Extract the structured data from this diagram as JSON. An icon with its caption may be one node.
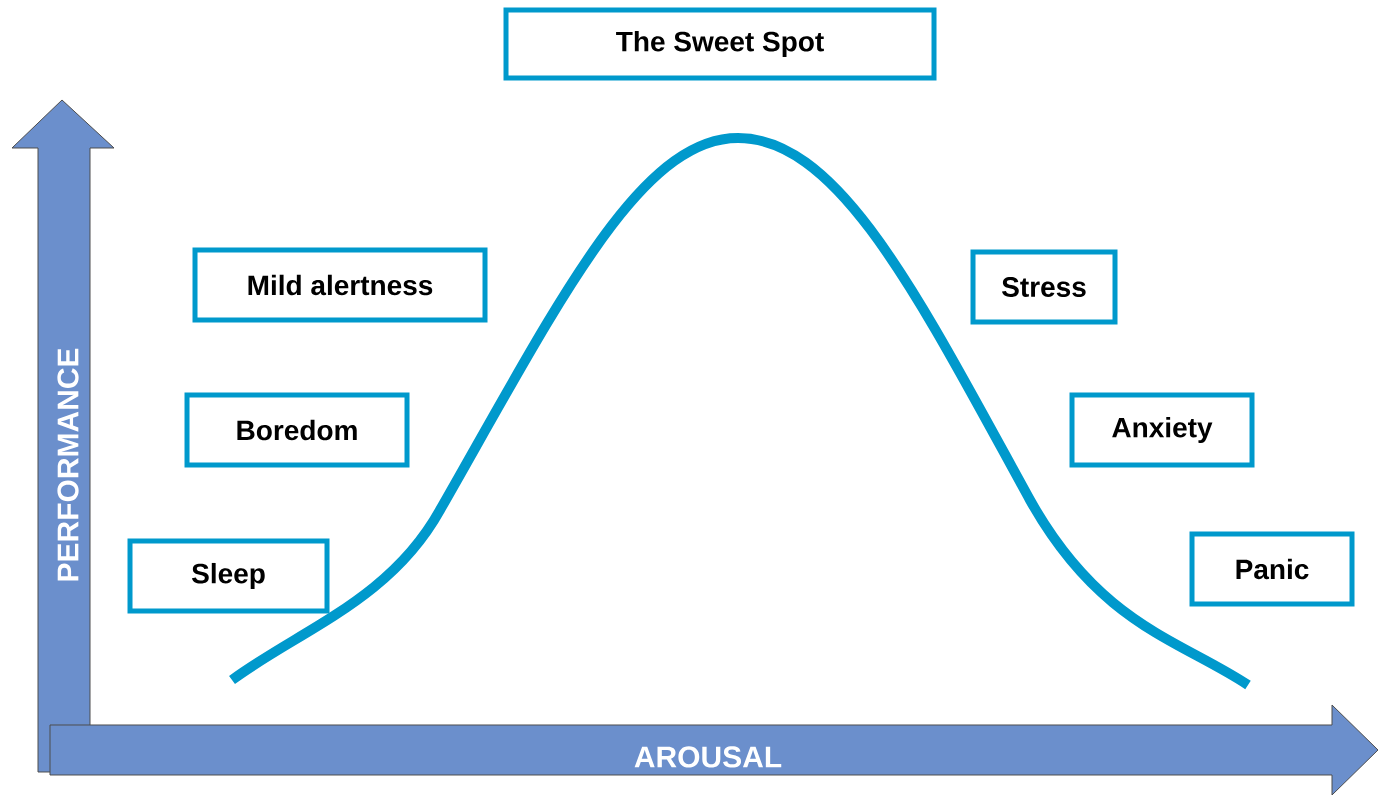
{
  "diagram": {
    "nodes": [
      {
        "text": [
          "The Sweet Spot"
        ]
      },
      {
        "text": [
          "Mild alertness"
        ]
      },
      {
        "text": [
          "Boredom"
        ]
      },
      {
        "text": [
          "Sleep"
        ]
      },
      {
        "text": [
          "Stress"
        ]
      },
      {
        "text": [
          "Anxiety"
        ]
      },
      {
        "text": [
          "Panic"
        ]
      }
    ],
    "labels": [
      "PERFORMANCE",
      "AROUSAL"
    ]
  }
}
